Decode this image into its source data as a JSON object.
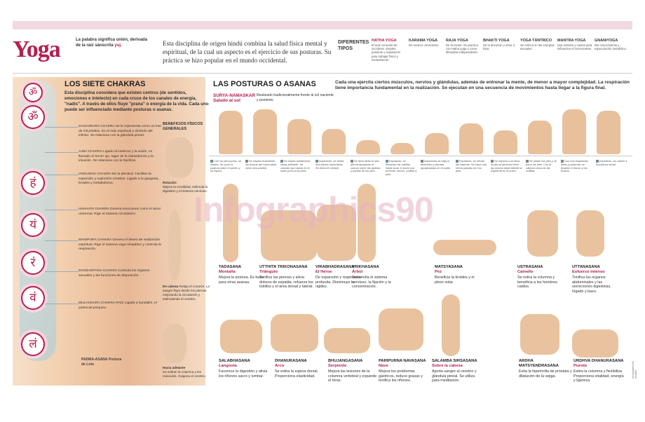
{
  "header": {
    "title": "Yoga",
    "definition": "La palabra significa unión, derivada de la raíz sánscrita",
    "definition_word": "yuj.",
    "intro": "Esta disciplina de origen hindú combina la salud física mental y espiritual, de la cual un aspecto es el ejercicio de sus posturas. Su práctica se hizo popular en el mundo occidental."
  },
  "types": {
    "heading": "DIFERENTES TIPOS",
    "items": [
      {
        "name": "HATHA YOGA",
        "desc": "El más conocido de occidente. Emplea posturas y respiración para trabajar físico y mentalmente."
      },
      {
        "name": "KARAMA YOGA",
        "desc": "De servicio consciente."
      },
      {
        "name": "RAJA YOGA",
        "desc": "De la mente. Se practica con Hatha yoga o como disciplina independiente."
      },
      {
        "name": "BHAKTI YOGA",
        "desc": "De la devoción y amor a Dios."
      },
      {
        "name": "YOGA TÁNTRICO",
        "desc": "Se enfoca en las energías sexuales."
      },
      {
        "name": "MANTRA YOGA",
        "desc": "Usa sonidos y cantos para influenciar el inconsciente."
      },
      {
        "name": "GNANIYOGA",
        "desc": "Del conocimiento y especulación metafísica."
      }
    ]
  },
  "chakras": {
    "heading": "LOS SIETE CHAKRAS",
    "intro": "Esta disciplina considera que existen centros (de sentidos, emociones e intelecto) en cada cruce de los canales de energía, \"nadis\". A través de ellos fluye \"prana\" o energía de la vida. Cada uno puede ser influenciado mediante posturas o asanas.",
    "items": [
      {
        "glyph": "ॐ",
        "text": "SAHASRARA CHAKRA Se le representa como un loto de mil pétalos. Es el más espiritual y símbolo del infinito. Se relaciona con la glándula pineal."
      },
      {
        "glyph": "ॐ",
        "text": "AJNA CHAKRA Ligado al intelecto y la visión, es llamado el tercer ojo, lugar de la clarividencia y la intuición. Se relaciona con la hipófisis."
      },
      {
        "glyph": "हं",
        "text": "VISHUDHA CHAKRA De la plenitud. Facilitan la expresión y expresión creativa. Ligado a la garganta, tiroides y metabolismo."
      },
      {
        "glyph": "यं",
        "text": "ANAHATA CHAKRA Genera emociones como el amor universal. Rige el sistema circulatorio."
      },
      {
        "glyph": "रं",
        "text": "MANIPURA CHAKRA Genera el deseo de realización espiritual. Rige el sistema vago-simpático y controla la respiración."
      },
      {
        "glyph": "वं",
        "text": "SVADHISTANA CHAKRA Controla los órganos sexuales y las funciones de depuración."
      },
      {
        "glyph": "लं",
        "text": "MULHADARA CHAKRA RAÍZ Ligado a kundalini, el potencial psíquico."
      }
    ],
    "benefits_heading": "BENEFICIOS FÍSICOS GENERALES",
    "benefits": [
      {
        "name": "Rotación",
        "desc": "Mejora la movilidad, estimula la digestión y el sistema nervioso."
      },
      {
        "name": "De cabeza",
        "desc": "Relaja el corazón. La sangre fluye desde los piernas, mejorando la circulación y estimulando el cerebro."
      },
      {
        "name": "Hacia adelante",
        "desc": "Se estiran la columna y los músculos. Oxigena el cerebro."
      }
    ],
    "padma": "PADMA-ASANA Postura de Loto"
  },
  "postures": {
    "heading": "LAS POSTURAS O ASANAS",
    "intro": "Cada una ejercita ciertos músculos, nervios y glándulas, además de entrenar la mente, de menor a mayor complejidad. La respiración tiene importancia fundamental en la realización. Se ejecutan en una secuencia de movimientos hasta llegar a la figura final.",
    "surya_name": "SURYA-NAMASKAR",
    "surya_sub": "Saludo al sol",
    "surya_desc": "Realizado tradicionalmente frente al sol naciente y poniente.",
    "steps": [
      "Con los pies juntos, se inspira. Se pone la postura sobre el pecho y se espira.",
      "Se inspira levantando los brazos tan hacia atrás como sea posible.",
      "Se espira doblándose hacia adelante. Se colocan las manos en el suelo junto a los pies.",
      "Inspirando, se estira una pierna hacia atrás. Se eleva el mentón.",
      "Se lleva atrás la otra pierna apoyando el cuerpo sobre las palmas y puntas de los pies.",
      "Espirando, se flexionan las rodillas hasta tocar el suelo con la frente, pecho, rodillas y pies.",
      "Inspirando se baja el abdomen y piernas apoyándolas en el suelo.",
      "Espirando, se elevan las caderas. Se hace una forma parada con los pies.",
      "Se regresa y se lleva la pierna derecha entre las manos dependiente la izquierda en el suelo.",
      "Se juntan los pies y se pone los pies. Con la cabeza cerca de las rodillas.",
      "Con una inspiración lenta y profunda, se levanta el tronco y los brazos.",
      "Espirando, se vuelve a la postura inicial."
    ],
    "poses_top": [
      {
        "name": "TADASANA",
        "sub": "Montaña",
        "desc": "Mejora la postura. Es base para otras asanas."
      },
      {
        "name": "UTTHITA TRIKONASANA",
        "sub": "Triángulo",
        "desc": "Tonifica las piernas y alivia dolores de espalda; refuerza los tobillos y el área dorsal y lateral."
      },
      {
        "name": "VIRABHADRASANA",
        "sub": "El Héroe",
        "desc": "De expansión y respiración profunda. Disminuye la rigidez."
      },
      {
        "name": "VRIKHASANA",
        "sub": "Árbol",
        "desc": "Desarrolla el sistema nervioso, la fijación y la concentración."
      },
      {
        "name": "MATSYASANA",
        "sub": "Pez",
        "desc": "Beneficia la tiroides y el plexo solar."
      },
      {
        "name": "USTRASANA",
        "sub": "Camello",
        "desc": "Se estira la columna y beneficia a los hombros caídos."
      },
      {
        "name": "UTTANASANA",
        "sub": "Esfuerzo intenso",
        "desc": "Tonifica los órganos abdominales y las secreciones digestivas, hígado y bazo."
      }
    ],
    "poses_bottom": [
      {
        "name": "SALABHASANA",
        "sub": "Langosta",
        "desc": "Favorece la digestión y alivia los riñones sacro y lumbar."
      },
      {
        "name": "DHANURASANA",
        "sub": "Arco",
        "desc": "Se estira la espina dorsal. Proporciona elasticidad."
      },
      {
        "name": "BHUJANGASANA",
        "sub": "Serpiente",
        "desc": "Mejora las lesiones de la columna vertebral y expande el tórax."
      },
      {
        "name": "PARIPURNA NAVASANA",
        "sub": "Nave",
        "desc": "Mejora los problemas gástricos, reduce grasas y tonifica los riñones."
      },
      {
        "name": "SALAMBA SIRSASANA",
        "sub": "Sobre la cabeza",
        "desc": "Aporta sangre al cerebro y glándula pineal. Se utiliza para meditación."
      },
      {
        "name": "ARDHA MATSYENDRASANA",
        "sub": "",
        "desc": "Evita la hipertrofia de próstata y dilatación de la vejiga."
      },
      {
        "name": "URDHVA DHANURASANA",
        "sub": "Puente",
        "desc": "Estira la columna y flexibiliza. Proporciona vitalidad, energía y ligereza."
      }
    ]
  },
  "watermark": "Infographics90",
  "credit": "Infographics90 Images"
}
